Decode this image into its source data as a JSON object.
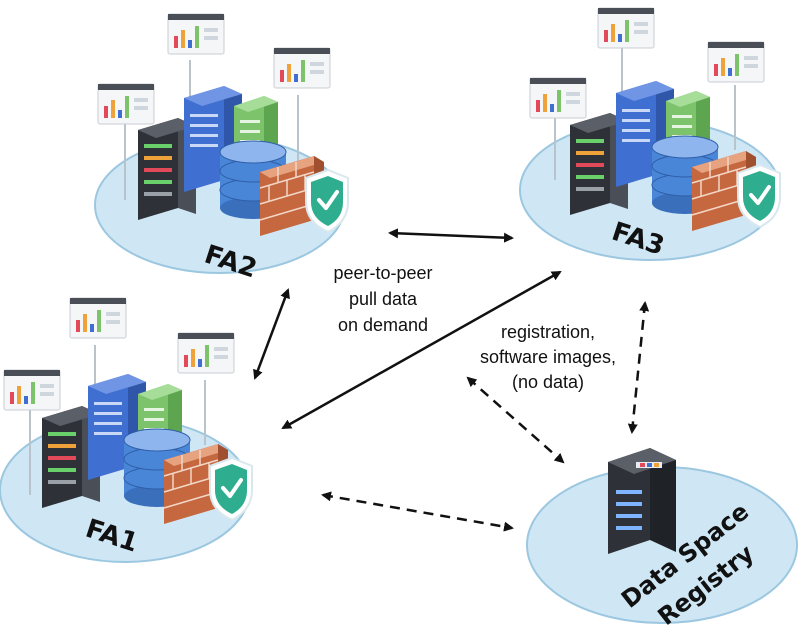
{
  "nodes": {
    "fa1": {
      "label": "FA1"
    },
    "fa2": {
      "label": "FA2"
    },
    "fa3": {
      "label": "FA3"
    },
    "registry": {
      "label_line1": "Data Space",
      "label_line2": "Registry"
    }
  },
  "connections": {
    "peer": {
      "line1": "peer-to-peer",
      "line2": "pull data",
      "line3": "on demand"
    },
    "registry": {
      "line1": "registration,",
      "line2": "software images,",
      "line3": "(no data)"
    }
  },
  "colors": {
    "platform": "#cfe7f5",
    "platform_edge": "#9cc7e0",
    "server_dark": "#3b3f45",
    "server_blue": "#3f6fd1",
    "server_green": "#7cc36b",
    "database": "#4a86d8",
    "firewall": "#c5673f",
    "shield": "#2fae8f"
  },
  "icons": [
    "server-icon",
    "database-icon",
    "firewall-icon",
    "shield-check-icon",
    "dashboard-icon",
    "registry-server-icon"
  ]
}
